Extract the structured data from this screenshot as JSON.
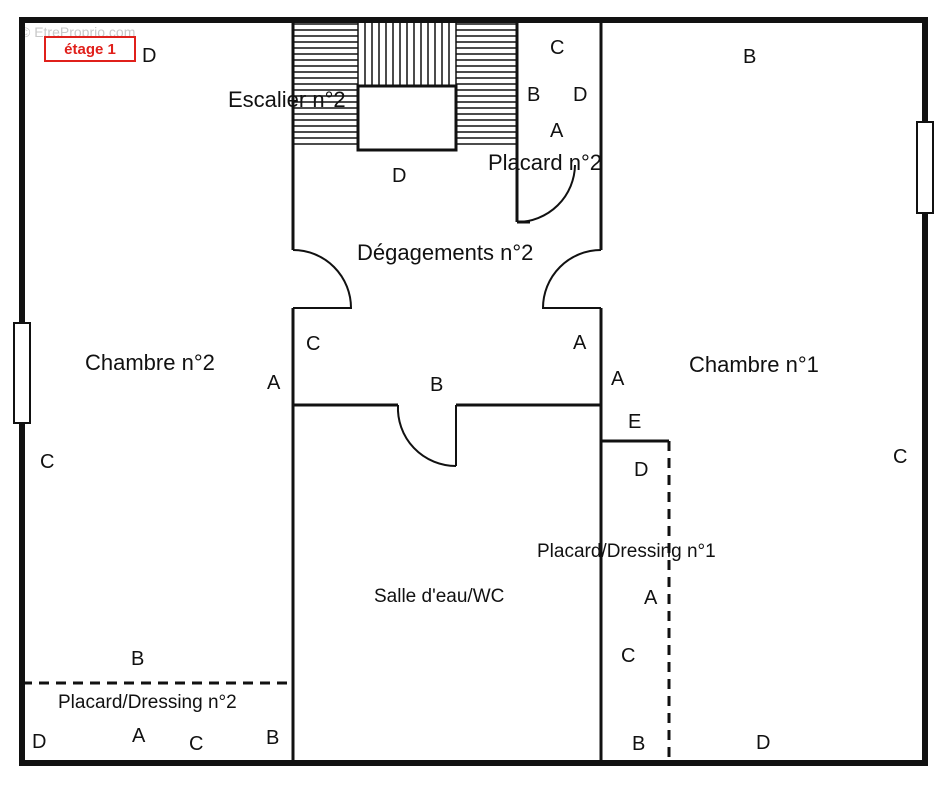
{
  "watermark": "© EtreProprio.com",
  "badge": {
    "text": "étage 1",
    "color": "#e0201b"
  },
  "rooms": {
    "escalier": "Escalier n°2",
    "placard2": "Placard n°2",
    "degagements": "Dégagements n°2",
    "chambre2": "Chambre n°2",
    "chambre1": "Chambre n°1",
    "salle": "Salle d'eau/WC",
    "dressing1": "Placard/Dressing n°1",
    "dressing2": "Placard/Dressing n°2"
  },
  "wall_letters": {
    "ch2_top": "D",
    "plac_top": "C",
    "plac_b": "B",
    "plac_d": "D",
    "plac_a": "A",
    "ch1_top": "B",
    "escalier_d": "D",
    "deg_left": "C",
    "deg_right": "A",
    "deg_bottom": "B",
    "ch2_right": "A",
    "ch2_left": "C",
    "ch1_left": "A",
    "ch1_right": "C",
    "dress1_e": "E",
    "dress1_d": "D",
    "dress1_a": "A",
    "dress1_c": "C",
    "dress1_b": "B",
    "ch1_bottom": "D",
    "dress2_top": "B",
    "dress2_d": "D",
    "dress2_a": "A",
    "dress2_c": "C",
    "dress2_b": "B"
  },
  "colors": {
    "wall": "#111111",
    "badge": "#e0201b"
  }
}
